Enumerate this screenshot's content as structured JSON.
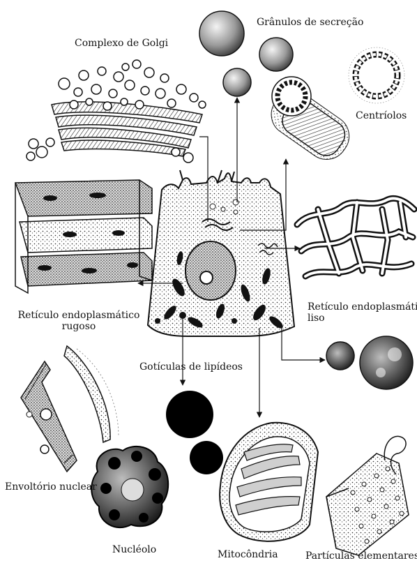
{
  "labels": {
    "golgi": "Complexo de Golgi",
    "granulos": "Grânulos de secreção",
    "centriolos": "Centríolos",
    "rer_line1": "Retículo endoplasmático",
    "rer_line2": "rugoso",
    "ser_line1": "Retículo endoplasmático",
    "ser_line2": "liso",
    "goticulas": "Gotículas de lipídeos",
    "envoltorio": "Envoltório nuclear",
    "nucleolo": "Nucléolo",
    "mitocondria": "Mitocôndria",
    "particulas": "Partículas elementares"
  },
  "colors": {
    "ink": "#111111",
    "paper": "#ffffff",
    "shade": "#8a8a8a",
    "lipid": "#000000"
  }
}
